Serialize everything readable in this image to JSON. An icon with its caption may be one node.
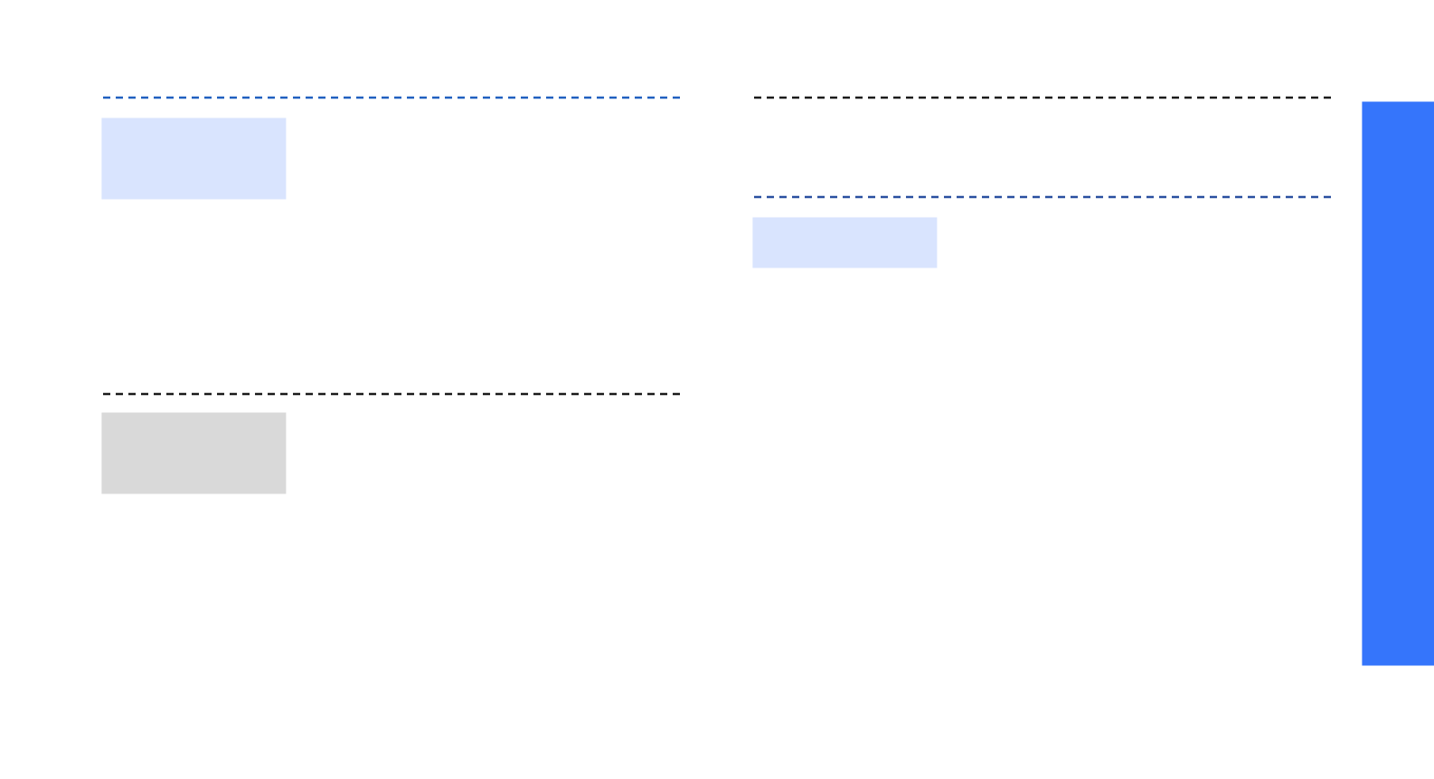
{
  "diagram": {
    "nodes": [
      {
        "text": [],
        "shape": "box"
      },
      {
        "text": [],
        "shape": "box"
      },
      {
        "text": [],
        "shape": "box"
      },
      {
        "text": [],
        "shape": "bar"
      }
    ]
  }
}
